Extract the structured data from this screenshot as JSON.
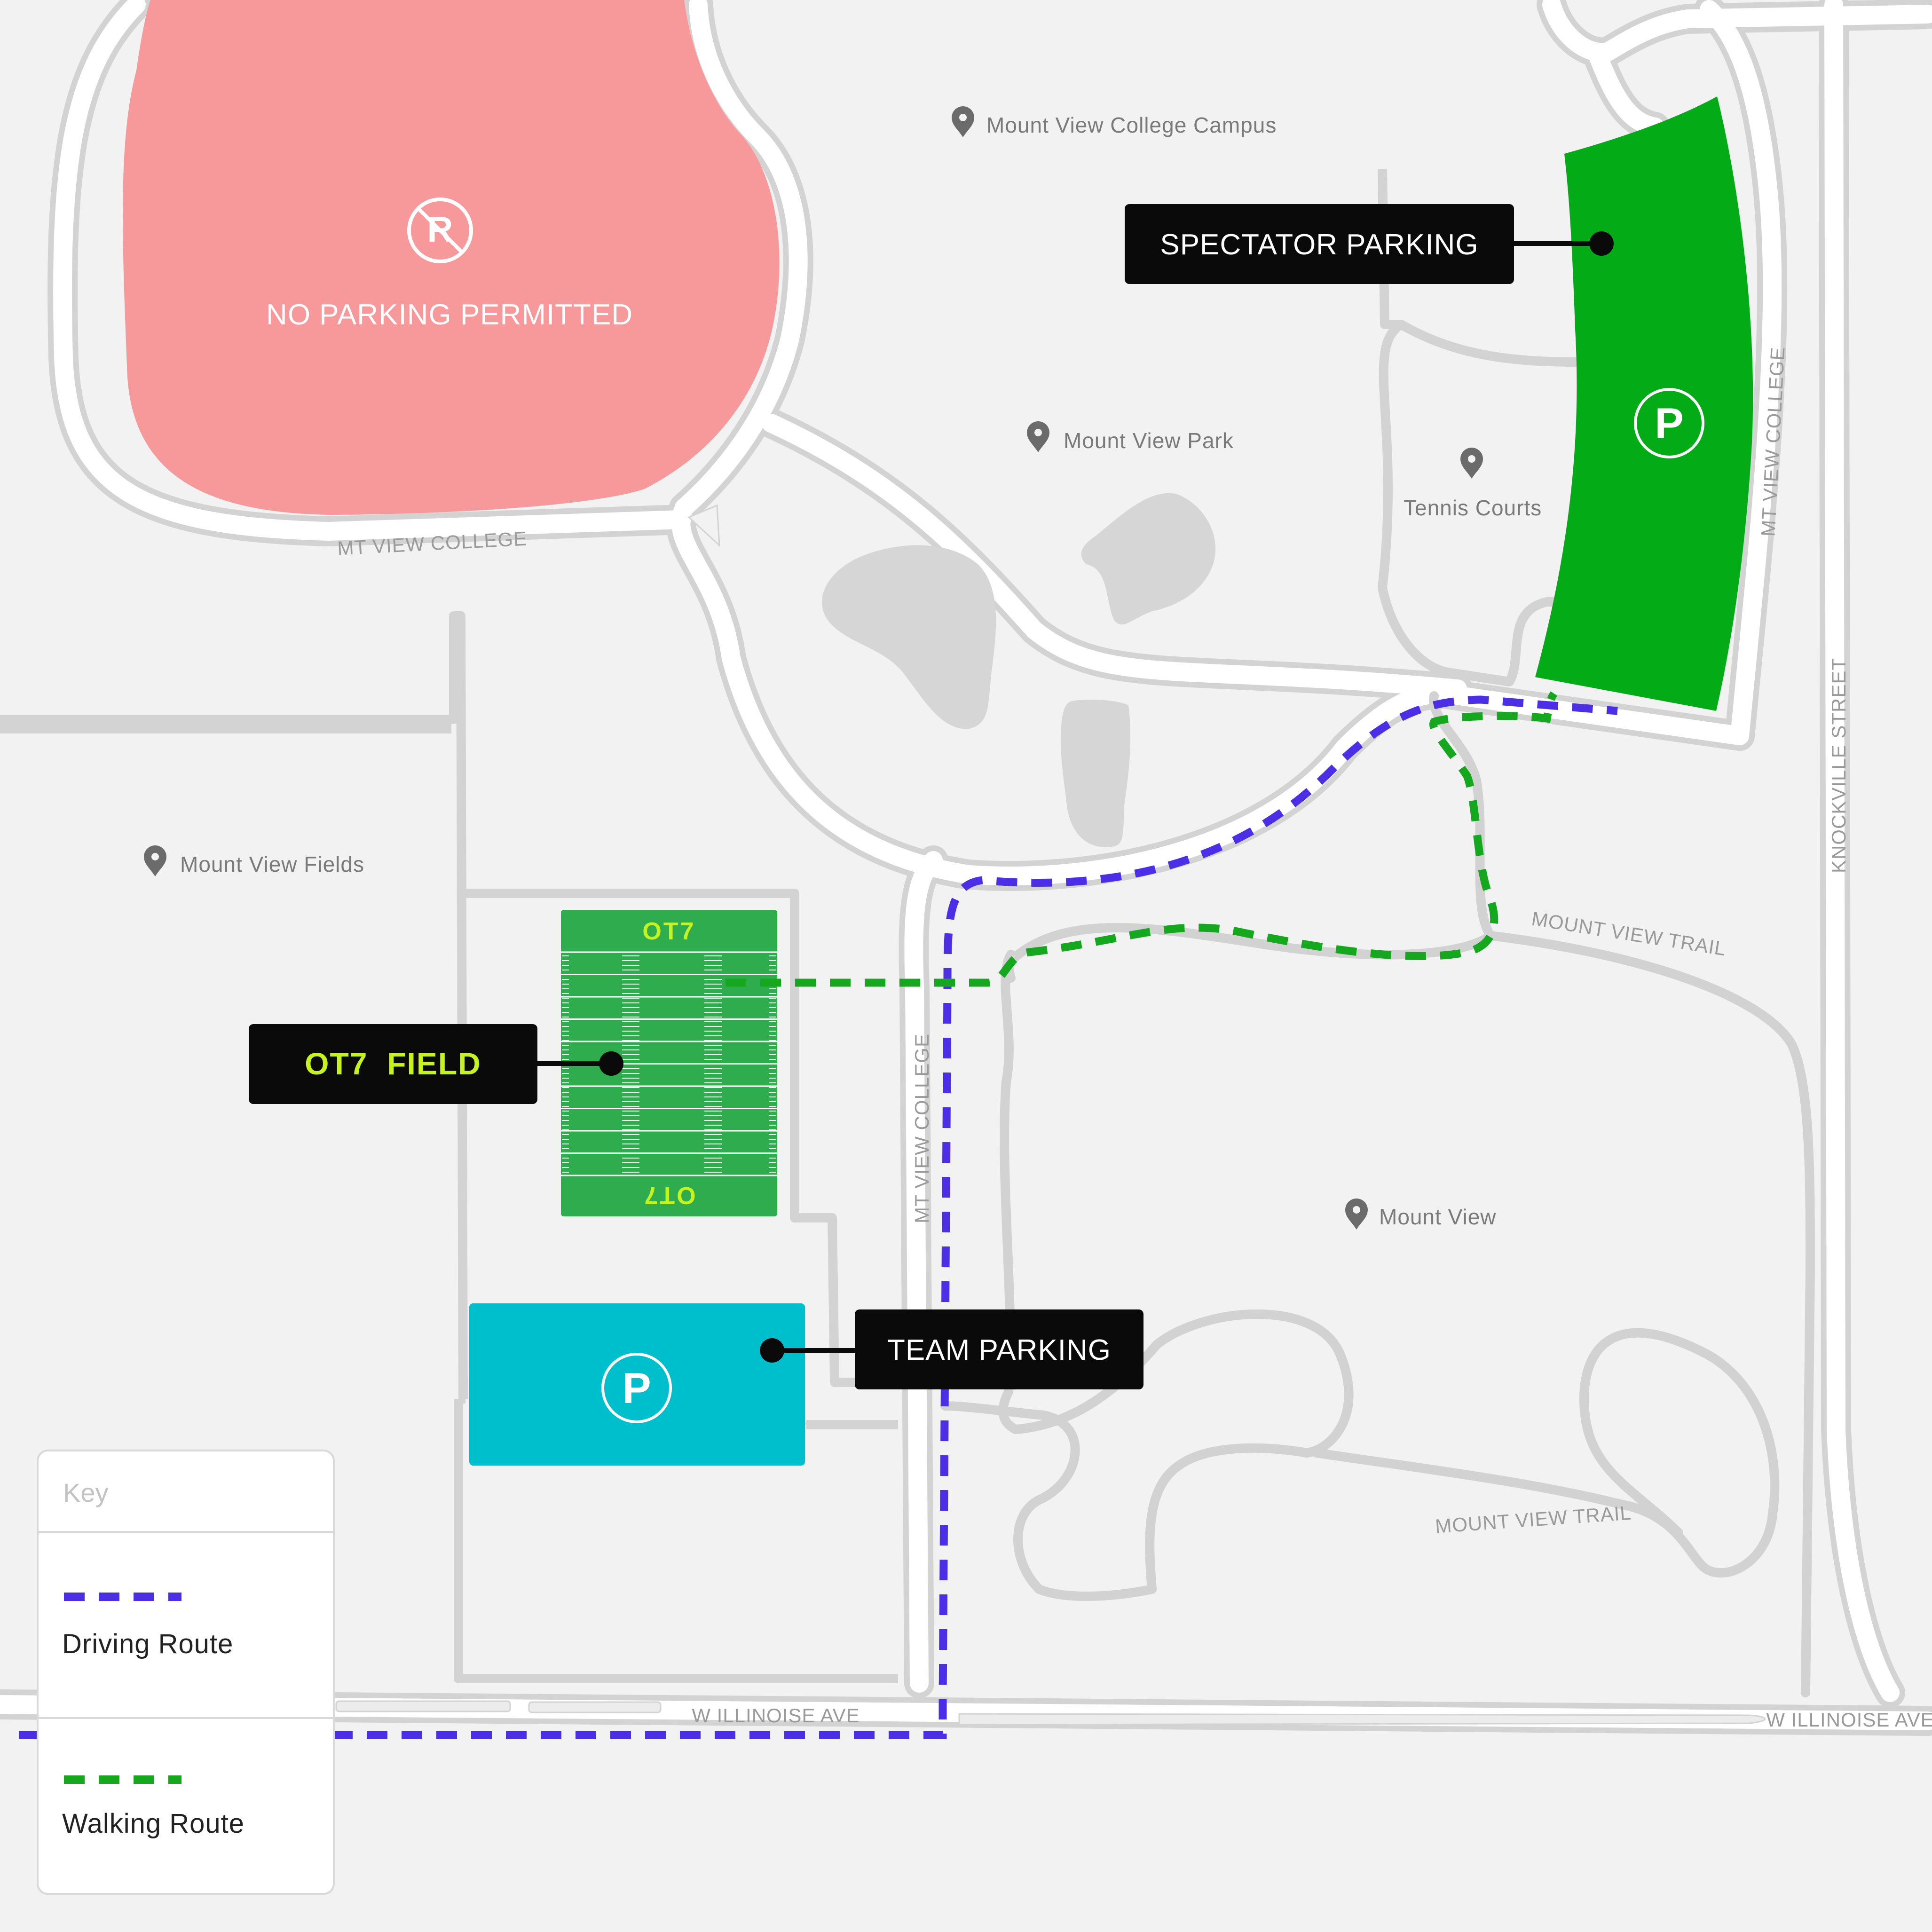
{
  "map": {
    "no_parking_label": "NO PARKING PERMITTED",
    "places": {
      "campus": "Mount View College Campus",
      "park": "Mount View Park",
      "tennis": "Tennis Courts",
      "fields": "Mount View Fields",
      "mount_view": "Mount View"
    },
    "streets": {
      "mt_view_college_north": "MT VIEW COLLEGE",
      "mt_view_college_east": "MT VIEW COLLEGE",
      "mt_view_college_south": "MT VIEW COLLEGE",
      "knockville": "KNOCKVILLE STREET",
      "illinois_west": "W ILLINOISE AVE",
      "illinois_east": "W ILLINOISE AVE",
      "trail_north": "MOUNT VIEW TRAIL",
      "trail_south": "MOUNT VIEW TRAIL"
    },
    "field": {
      "end_label_top": "OT7",
      "end_label_bottom": "OT7"
    },
    "parking_symbol": "P",
    "no_parking_symbol": "R",
    "callouts": {
      "spectator": "SPECTATOR PARKING",
      "field": "OT7  FIELD",
      "team": "TEAM PARKING"
    },
    "key": {
      "title": "Key",
      "driving": "Driving Route",
      "walking": "Walking Route"
    },
    "colors": {
      "background": "#f2f2f2",
      "no_parking": "#f7989b",
      "spectator_parking": "#03ab16",
      "team_parking": "#00bfcc",
      "field": "#2fad4e",
      "field_accent": "#c6f31d",
      "driving_route": "#4b2ee6",
      "walking_route": "#15a81f",
      "callout_bg": "#0a0a0a",
      "pond": "#d6d6d6"
    },
    "icons": {
      "place_marker": "map-pin-icon",
      "parking": "parking-icon",
      "no_parking": "no-parking-icon"
    }
  }
}
